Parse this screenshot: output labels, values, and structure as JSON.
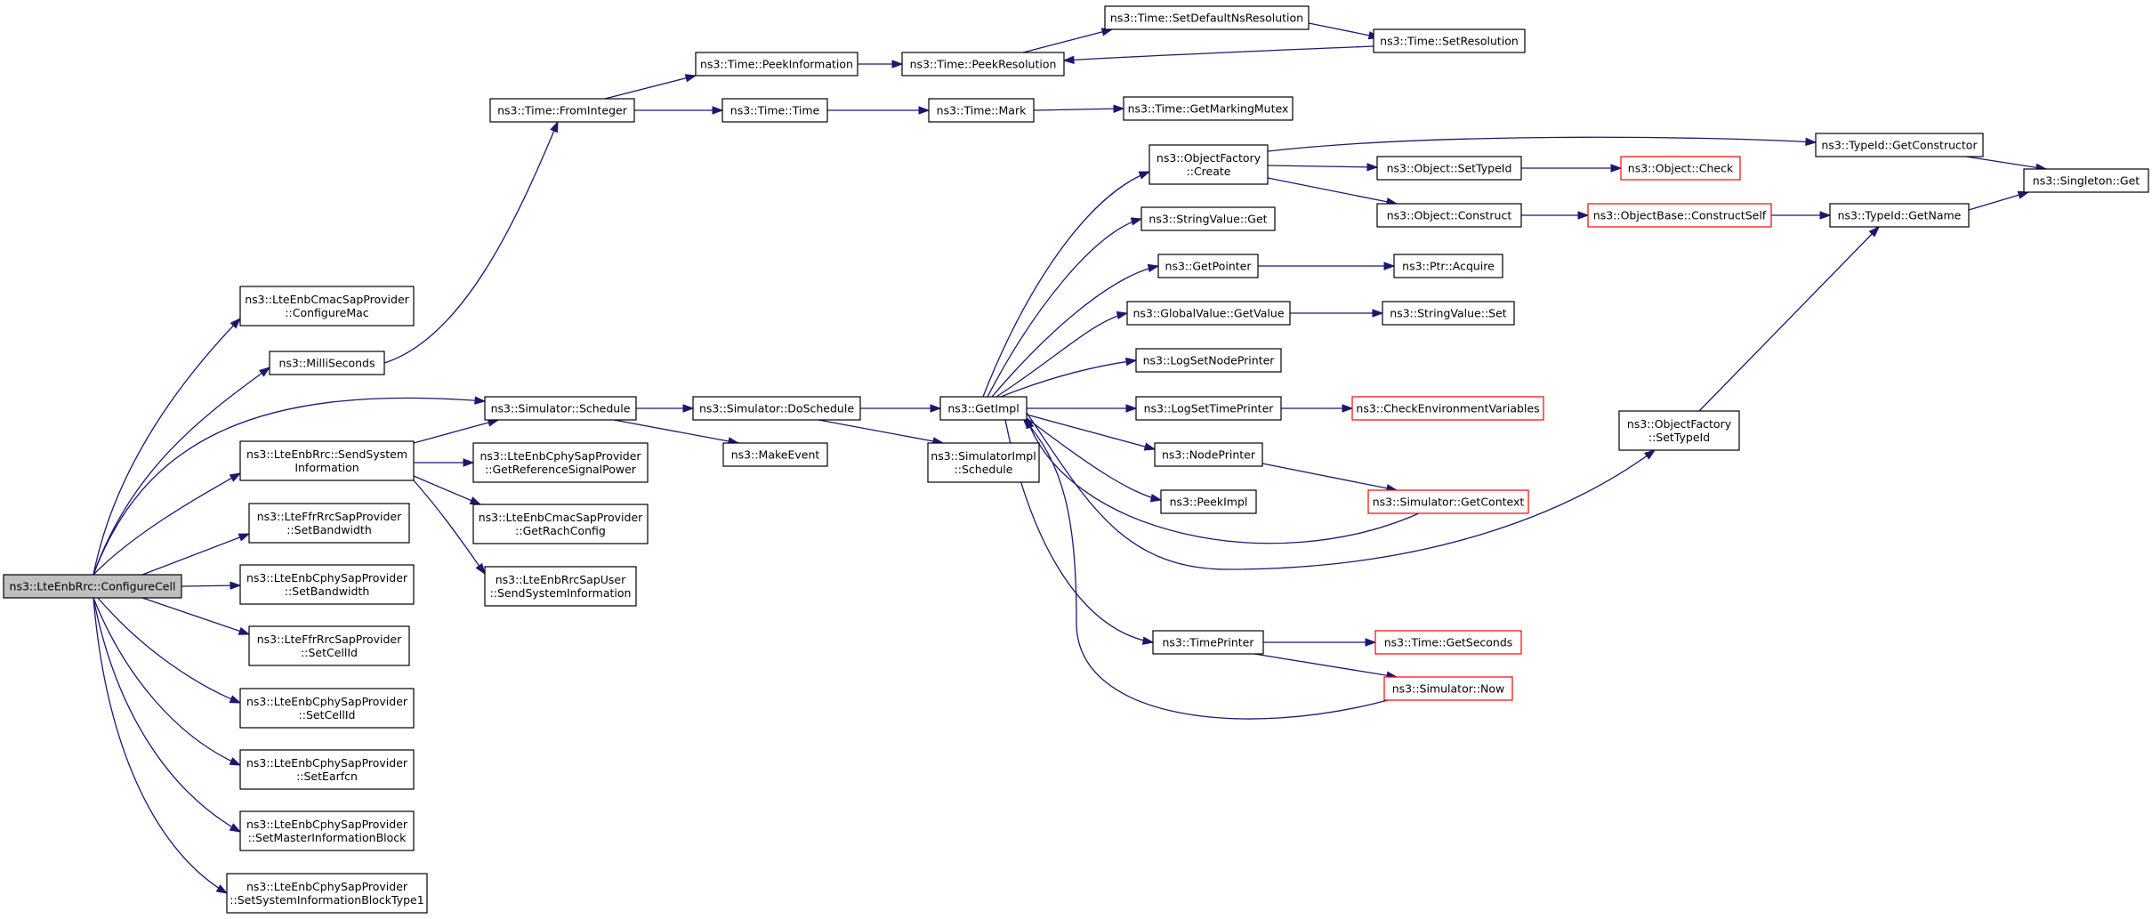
{
  "graph": {
    "nodes": [
      {
        "id": "root",
        "lines": [
          "ns3::LteEnbRrc::ConfigureCell"
        ],
        "style": "root"
      },
      {
        "id": "cmac_cfgmac",
        "lines": [
          "ns3::LteEnbCmacSapProvider",
          "::ConfigureMac"
        ]
      },
      {
        "id": "milli",
        "lines": [
          "ns3::MilliSeconds"
        ]
      },
      {
        "id": "sim_sched",
        "lines": [
          "ns3::Simulator::Schedule"
        ]
      },
      {
        "id": "sendsys",
        "lines": [
          "ns3::LteEnbRrc::SendSystem",
          "Information"
        ]
      },
      {
        "id": "ffr_bw",
        "lines": [
          "ns3::LteFfrRrcSapProvider",
          "::SetBandwidth"
        ]
      },
      {
        "id": "cphy_bw",
        "lines": [
          "ns3::LteEnbCphySapProvider",
          "::SetBandwidth"
        ]
      },
      {
        "id": "ffr_cell",
        "lines": [
          "ns3::LteFfrRrcSapProvider",
          "::SetCellId"
        ]
      },
      {
        "id": "cphy_cell",
        "lines": [
          "ns3::LteEnbCphySapProvider",
          "::SetCellId"
        ]
      },
      {
        "id": "cphy_earfcn",
        "lines": [
          "ns3::LteEnbCphySapProvider",
          "::SetEarfcn"
        ]
      },
      {
        "id": "cphy_mib",
        "lines": [
          "ns3::LteEnbCphySapProvider",
          "::SetMasterInformationBlock"
        ]
      },
      {
        "id": "cphy_sib1",
        "lines": [
          "ns3::LteEnbCphySapProvider",
          "::SetSystemInformationBlockType1"
        ]
      },
      {
        "id": "time_fromint",
        "lines": [
          "ns3::Time::FromInteger"
        ]
      },
      {
        "id": "time_peekinfo",
        "lines": [
          "ns3::Time::PeekInformation"
        ]
      },
      {
        "id": "time_time",
        "lines": [
          "ns3::Time::Time"
        ]
      },
      {
        "id": "time_peekres",
        "lines": [
          "ns3::Time::PeekResolution"
        ]
      },
      {
        "id": "time_setdef",
        "lines": [
          "ns3::Time::SetDefaultNsResolution"
        ]
      },
      {
        "id": "time_setres",
        "lines": [
          "ns3::Time::SetResolution"
        ]
      },
      {
        "id": "time_mark",
        "lines": [
          "ns3::Time::Mark"
        ]
      },
      {
        "id": "time_mutex",
        "lines": [
          "ns3::Time::GetMarkingMutex"
        ]
      },
      {
        "id": "cphy_refsig",
        "lines": [
          "ns3::LteEnbCphySapProvider",
          "::GetReferenceSignalPower"
        ]
      },
      {
        "id": "cmac_rach",
        "lines": [
          "ns3::LteEnbCmacSapProvider",
          "::GetRachConfig"
        ]
      },
      {
        "id": "rrcsapuser",
        "lines": [
          "ns3::LteEnbRrcSapUser",
          "::SendSystemInformation"
        ]
      },
      {
        "id": "sim_dosched",
        "lines": [
          "ns3::Simulator::DoSchedule"
        ]
      },
      {
        "id": "makeevent",
        "lines": [
          "ns3::MakeEvent"
        ]
      },
      {
        "id": "getimpl",
        "lines": [
          "ns3::GetImpl"
        ]
      },
      {
        "id": "simimpl_sched",
        "lines": [
          "ns3::SimulatorImpl",
          "::Schedule"
        ]
      },
      {
        "id": "objfac_create",
        "lines": [
          "ns3::ObjectFactory",
          "::Create"
        ]
      },
      {
        "id": "strval_get",
        "lines": [
          "ns3::StringValue::Get"
        ]
      },
      {
        "id": "getpointer",
        "lines": [
          "ns3::GetPointer"
        ]
      },
      {
        "id": "globval_get",
        "lines": [
          "ns3::GlobalValue::GetValue"
        ]
      },
      {
        "id": "lognode",
        "lines": [
          "ns3::LogSetNodePrinter"
        ]
      },
      {
        "id": "logtime",
        "lines": [
          "ns3::LogSetTimePrinter"
        ]
      },
      {
        "id": "nodeprinter",
        "lines": [
          "ns3::NodePrinter"
        ]
      },
      {
        "id": "peekimpl",
        "lines": [
          "ns3::PeekImpl"
        ]
      },
      {
        "id": "timeprinter",
        "lines": [
          "ns3::TimePrinter"
        ]
      },
      {
        "id": "obj_settid",
        "lines": [
          "ns3::Object::SetTypeId"
        ]
      },
      {
        "id": "obj_construct",
        "lines": [
          "ns3::Object::Construct"
        ]
      },
      {
        "id": "ptr_acquire",
        "lines": [
          "ns3::Ptr::Acquire"
        ]
      },
      {
        "id": "strval_set",
        "lines": [
          "ns3::StringValue::Set"
        ]
      },
      {
        "id": "checkenv",
        "lines": [
          "ns3::CheckEnvironmentVariables"
        ],
        "style": "trunc"
      },
      {
        "id": "sim_getctx",
        "lines": [
          "ns3::Simulator::GetContext"
        ],
        "style": "trunc"
      },
      {
        "id": "time_getsec",
        "lines": [
          "ns3::Time::GetSeconds"
        ],
        "style": "trunc"
      },
      {
        "id": "sim_now",
        "lines": [
          "ns3::Simulator::Now"
        ],
        "style": "trunc"
      },
      {
        "id": "obj_check",
        "lines": [
          "ns3::Object::Check"
        ],
        "style": "trunc"
      },
      {
        "id": "objbase_cself",
        "lines": [
          "ns3::ObjectBase::ConstructSelf"
        ],
        "style": "trunc"
      },
      {
        "id": "objfac_settid",
        "lines": [
          "ns3::ObjectFactory",
          "::SetTypeId"
        ]
      },
      {
        "id": "tid_getctor",
        "lines": [
          "ns3::TypeId::GetConstructor"
        ]
      },
      {
        "id": "tid_getname",
        "lines": [
          "ns3::TypeId::GetName"
        ]
      },
      {
        "id": "singleton_get",
        "lines": [
          "ns3::Singleton::Get"
        ]
      }
    ],
    "edges": [
      [
        "root",
        "cmac_cfgmac"
      ],
      [
        "root",
        "milli"
      ],
      [
        "root",
        "sim_sched"
      ],
      [
        "root",
        "sendsys"
      ],
      [
        "root",
        "ffr_bw"
      ],
      [
        "root",
        "cphy_bw"
      ],
      [
        "root",
        "ffr_cell"
      ],
      [
        "root",
        "cphy_cell"
      ],
      [
        "root",
        "cphy_earfcn"
      ],
      [
        "root",
        "cphy_mib"
      ],
      [
        "root",
        "cphy_sib1"
      ],
      [
        "milli",
        "time_fromint"
      ],
      [
        "time_fromint",
        "time_peekinfo"
      ],
      [
        "time_fromint",
        "time_time"
      ],
      [
        "time_peekinfo",
        "time_peekres"
      ],
      [
        "time_peekres",
        "time_setdef"
      ],
      [
        "time_setdef",
        "time_setres"
      ],
      [
        "time_setres",
        "time_peekres"
      ],
      [
        "time_time",
        "time_mark"
      ],
      [
        "time_mark",
        "time_mutex"
      ],
      [
        "sendsys",
        "sim_sched"
      ],
      [
        "sendsys",
        "cphy_refsig"
      ],
      [
        "sendsys",
        "cmac_rach"
      ],
      [
        "sendsys",
        "rrcsapuser"
      ],
      [
        "sim_sched",
        "sim_dosched"
      ],
      [
        "sim_sched",
        "makeevent"
      ],
      [
        "sim_dosched",
        "getimpl"
      ],
      [
        "sim_dosched",
        "simimpl_sched"
      ],
      [
        "getimpl",
        "objfac_create"
      ],
      [
        "getimpl",
        "strval_get"
      ],
      [
        "getimpl",
        "getpointer"
      ],
      [
        "getimpl",
        "globval_get"
      ],
      [
        "getimpl",
        "lognode"
      ],
      [
        "getimpl",
        "logtime"
      ],
      [
        "getimpl",
        "nodeprinter"
      ],
      [
        "getimpl",
        "peekimpl"
      ],
      [
        "getimpl",
        "timeprinter"
      ],
      [
        "getimpl",
        "objfac_settid"
      ],
      [
        "objfac_create",
        "tid_getctor"
      ],
      [
        "objfac_create",
        "obj_settid"
      ],
      [
        "objfac_create",
        "obj_construct"
      ],
      [
        "obj_settid",
        "obj_check"
      ],
      [
        "obj_construct",
        "objbase_cself"
      ],
      [
        "objbase_cself",
        "tid_getname"
      ],
      [
        "tid_getctor",
        "singleton_get"
      ],
      [
        "tid_getname",
        "singleton_get"
      ],
      [
        "objfac_settid",
        "tid_getname"
      ],
      [
        "getpointer",
        "ptr_acquire"
      ],
      [
        "globval_get",
        "strval_set"
      ],
      [
        "logtime",
        "checkenv"
      ],
      [
        "nodeprinter",
        "sim_getctx"
      ],
      [
        "sim_getctx",
        "getimpl"
      ],
      [
        "timeprinter",
        "time_getsec"
      ],
      [
        "timeprinter",
        "sim_now"
      ],
      [
        "sim_now",
        "getimpl"
      ]
    ]
  }
}
